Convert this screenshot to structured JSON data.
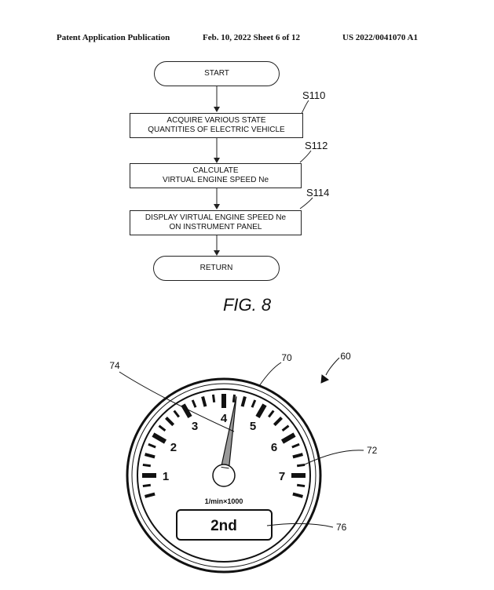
{
  "header": {
    "left": "Patent Application Publication",
    "middle": "Feb. 10, 2022  Sheet 6 of 12",
    "right": "US 2022/0041070 A1"
  },
  "flowchart": {
    "start": "START",
    "steps": [
      {
        "id": "S110",
        "text": "ACQUIRE VARIOUS STATE\nQUANTITIES OF ELECTRIC VEHICLE"
      },
      {
        "id": "S112",
        "text": "CALCULATE\nVIRTUAL ENGINE SPEED Ne"
      },
      {
        "id": "S114",
        "text": "DISPLAY VIRTUAL ENGINE SPEED Ne\nON INSTRUMENT PANEL"
      }
    ],
    "end": "RETURN"
  },
  "figure_caption": "FIG. 8",
  "gauge": {
    "numbers": [
      "1",
      "2",
      "3",
      "4",
      "5",
      "6",
      "7"
    ],
    "unit": "1/min×1000",
    "gear": "2nd",
    "needle_value": 4.3,
    "refs": {
      "assembly": "60",
      "gauge": "70",
      "face": "72",
      "needle": "74",
      "display": "76"
    }
  }
}
